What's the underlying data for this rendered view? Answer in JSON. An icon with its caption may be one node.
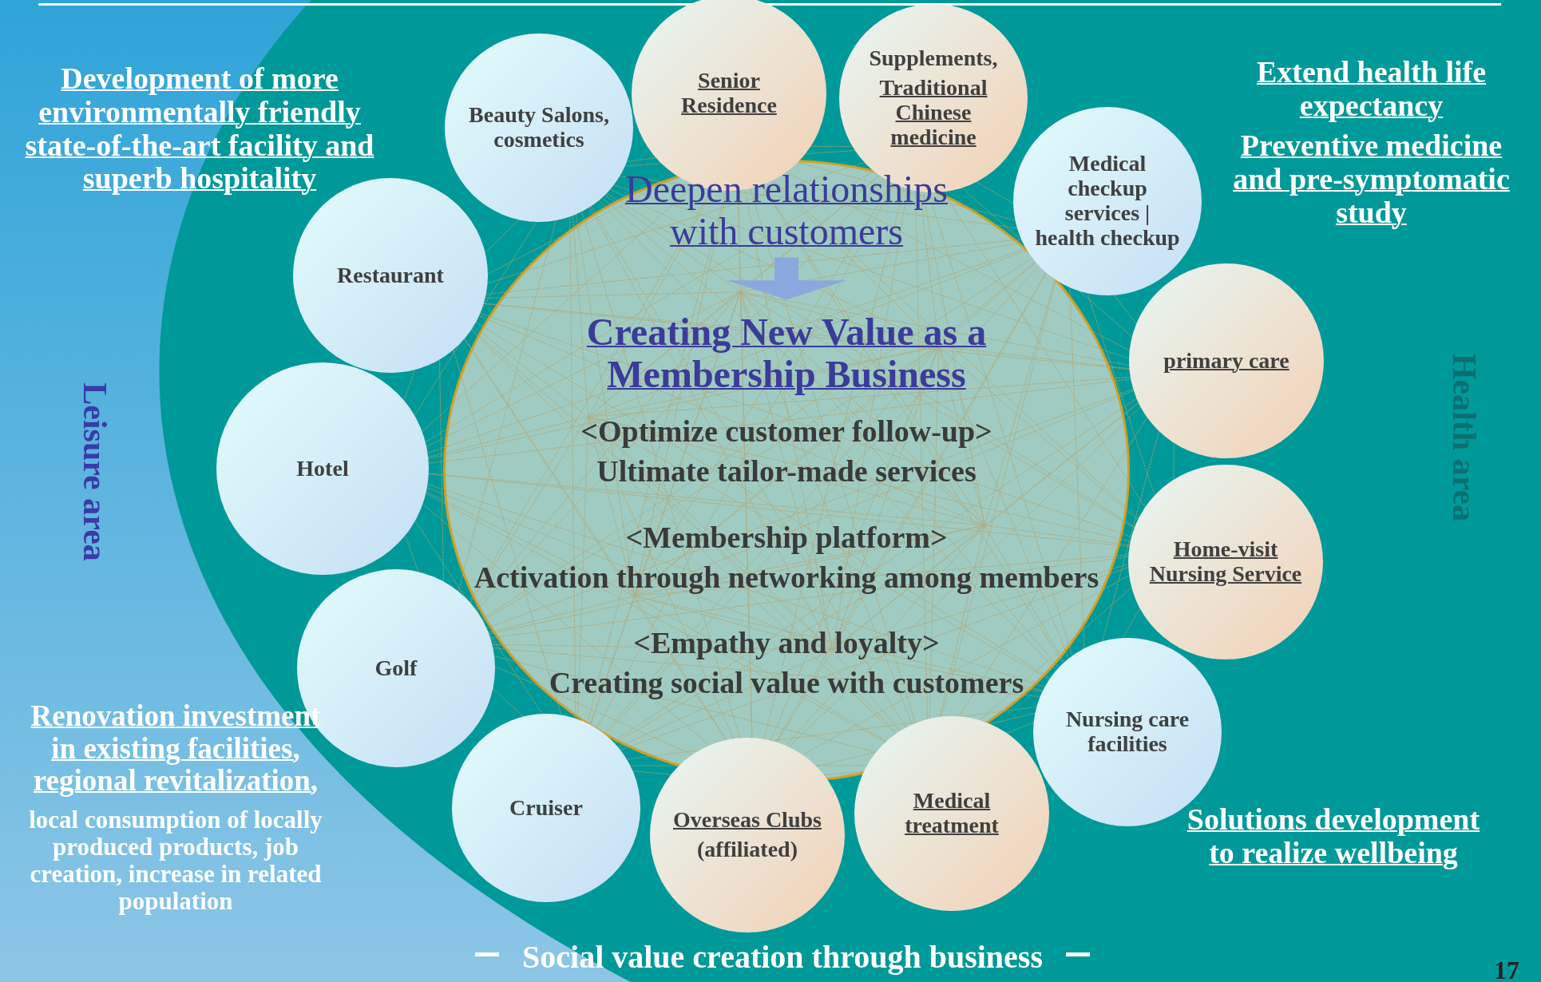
{
  "diagram": {
    "nodes": [
      {
        "text": [
          "<Optimize customer follow-up>",
          "Ultimate tailor-made services",
          "<Membership platform>",
          "Activation through networking among members",
          "<Empathy and loyalty>",
          "Creating social value with customers"
        ]
      },
      {
        "text": [
          "Deepen relationships with customers"
        ],
        "in": 0
      },
      {
        "text": [
          "Creating New Value as a Membership Business"
        ],
        "in": 0
      },
      {
        "text": [
          "Beauty Salons, cosmetics"
        ]
      },
      {
        "text": [
          "Senior Residence"
        ]
      },
      {
        "text": [
          "Supplements,",
          "Traditional Chinese medicine"
        ]
      },
      {
        "text": [
          "Medical checkup services | health checkup"
        ]
      },
      {
        "text": [
          "primary care"
        ]
      },
      {
        "text": [
          "Home-visit Nursing Service"
        ]
      },
      {
        "text": [
          "Nursing care facilities"
        ]
      },
      {
        "text": [
          "Medical treatment"
        ]
      },
      {
        "text": [
          "Overseas Clubs",
          "(affiliated)"
        ]
      },
      {
        "text": [
          "Cruiser"
        ]
      },
      {
        "text": [
          "Golf"
        ]
      },
      {
        "text": [
          "Hotel"
        ]
      },
      {
        "text": [
          "Restaurant"
        ]
      }
    ],
    "edges": [
      {
        "from": 1,
        "to": 2,
        "arrow": "to"
      }
    ],
    "labels": [
      "Development of more environmentally friendly state-of-the-art facility and superb hospitality",
      "Extend health life expectancy",
      "Preventive medicine and pre-symptomatic study",
      "Leisure area",
      "Health area",
      "Renovation investment in existing facilities, regional revitalization,",
      "local consumption of locally produced products, job creation, increase in related population",
      "Solutions development to realize wellbeing",
      "Social value creation through business",
      "17"
    ]
  }
}
